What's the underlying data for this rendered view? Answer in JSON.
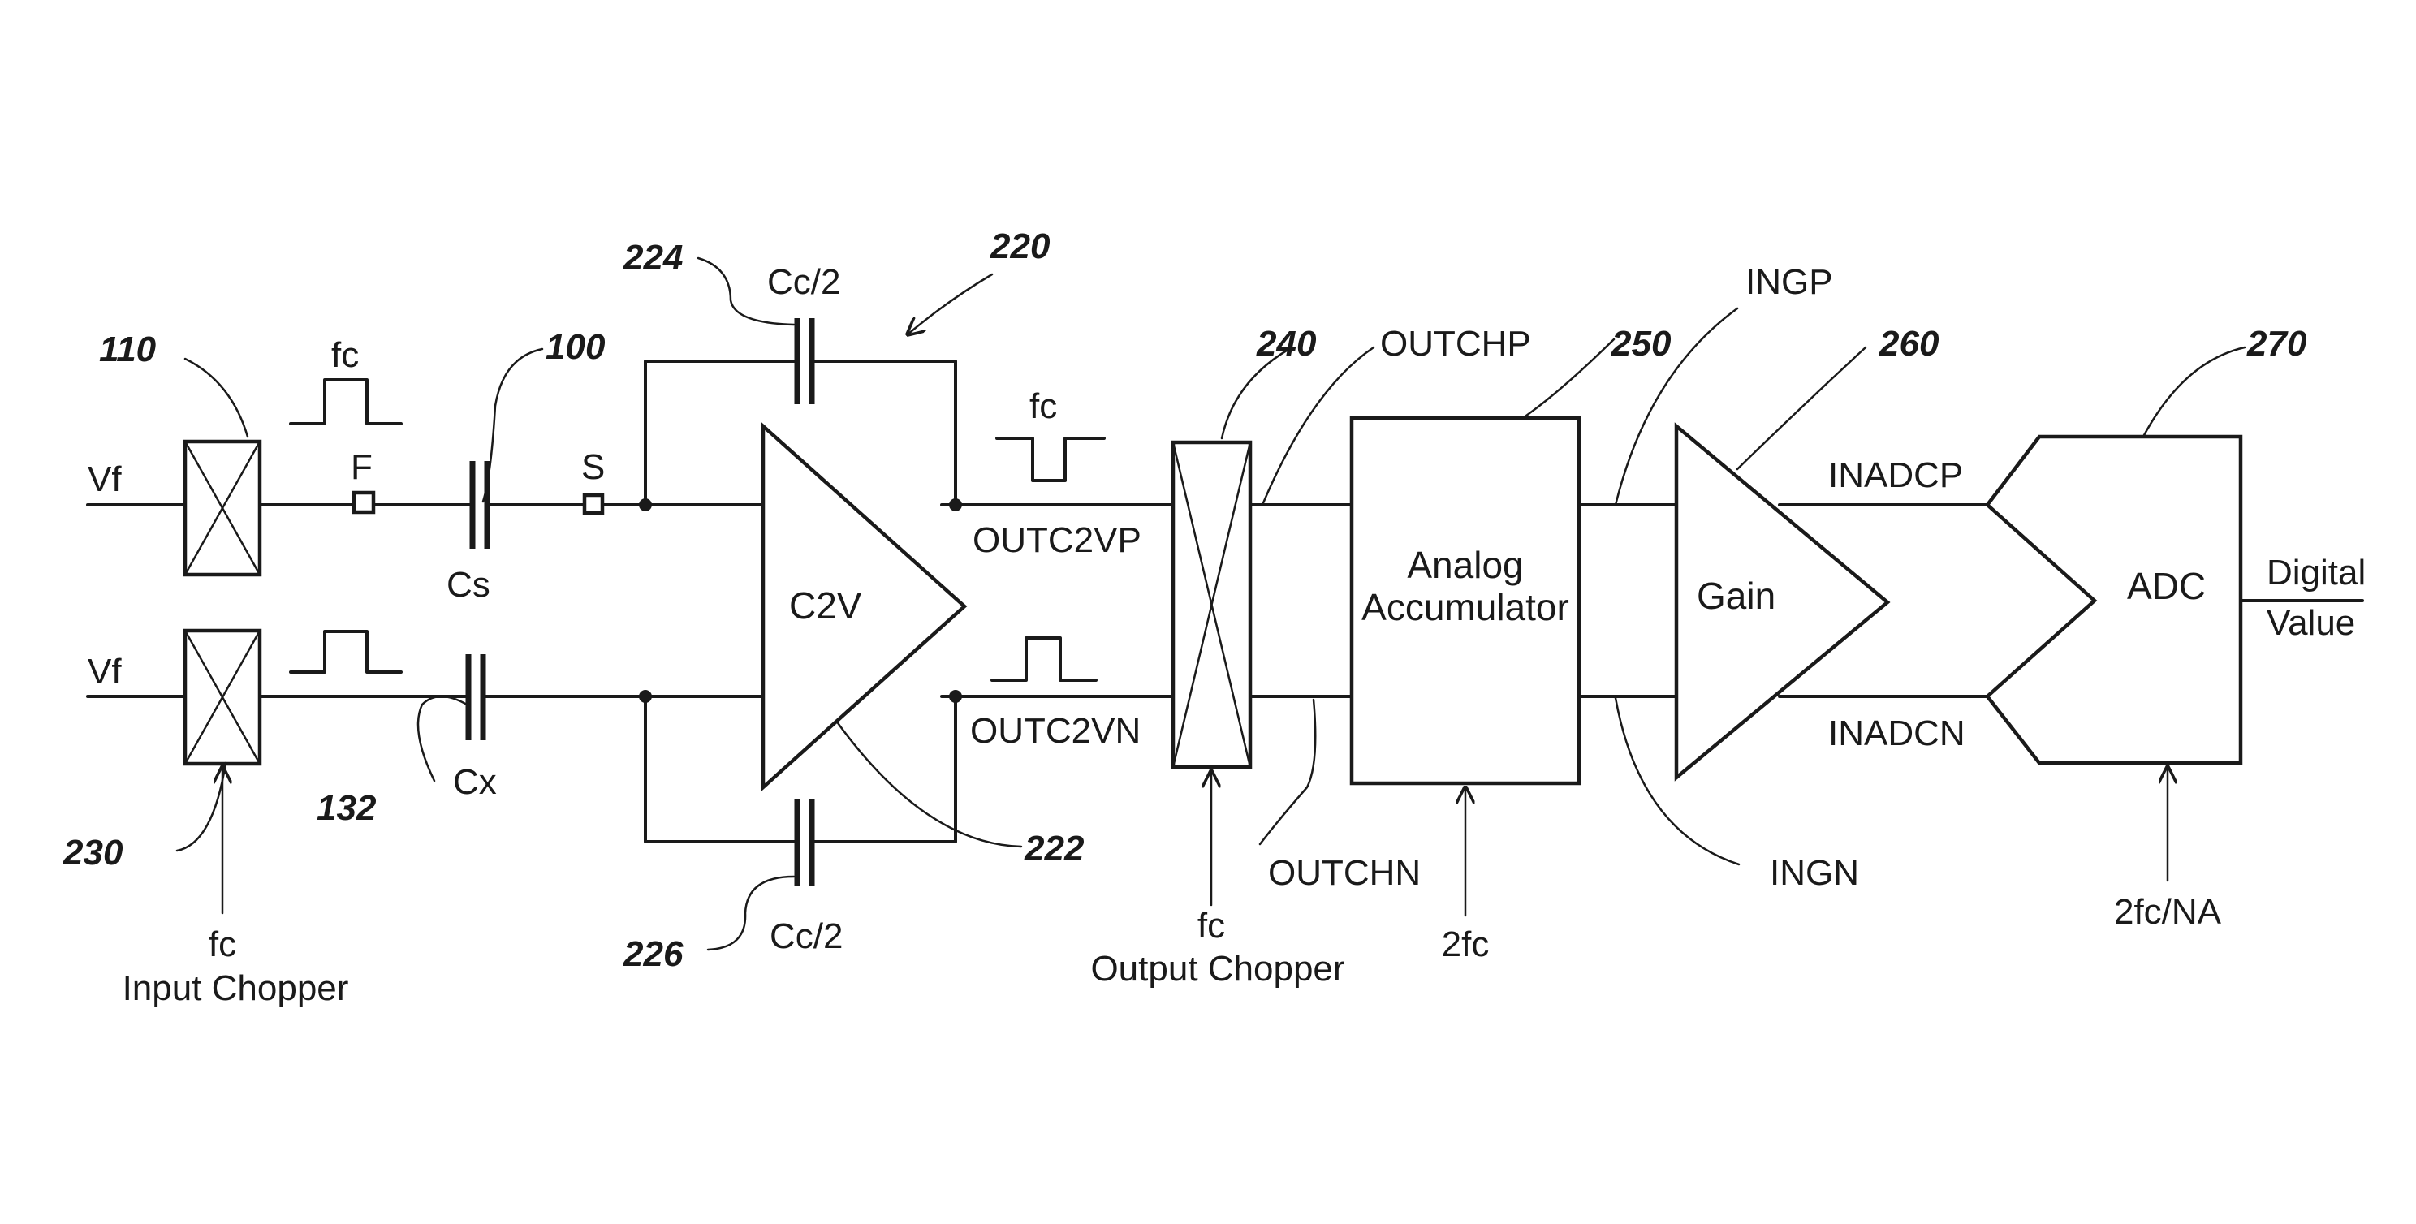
{
  "labels": {
    "vf_top": "Vf",
    "vf_bottom": "Vf",
    "fc_input_pulse": "fc",
    "node_f": "F",
    "node_s": "S",
    "cs": "Cs",
    "cx": "Cx",
    "cc_top": "Cc/2",
    "cc_bottom": "Cc/2",
    "c2v": "C2V",
    "fc_out_pulse": "fc",
    "outc2vp": "OUTC2VP",
    "outc2vn": "OUTC2VN",
    "outchp": "OUTCHP",
    "outchn": "OUTCHN",
    "accumulator_line1": "Analog",
    "accumulator_line2": "Accumulator",
    "ingp": "INGP",
    "ingn": "INGN",
    "gain": "Gain",
    "inadcp": "INADCP",
    "inadcn": "INADCN",
    "adc": "ADC",
    "digital_line1": "Digital",
    "digital_line2": "Value",
    "input_chopper_fc": "fc",
    "input_chopper": "Input Chopper",
    "output_chopper_fc": "fc",
    "output_chopper": "Output Chopper",
    "accumulator_clock": "2fc",
    "adc_clock": "2fc/NA"
  },
  "refs": {
    "r110": "110",
    "r100": "100",
    "r224": "224",
    "r220": "220",
    "r240": "240",
    "r250": "250",
    "r260": "260",
    "r270": "270",
    "r132": "132",
    "r230": "230",
    "r226": "226",
    "r222": "222"
  }
}
